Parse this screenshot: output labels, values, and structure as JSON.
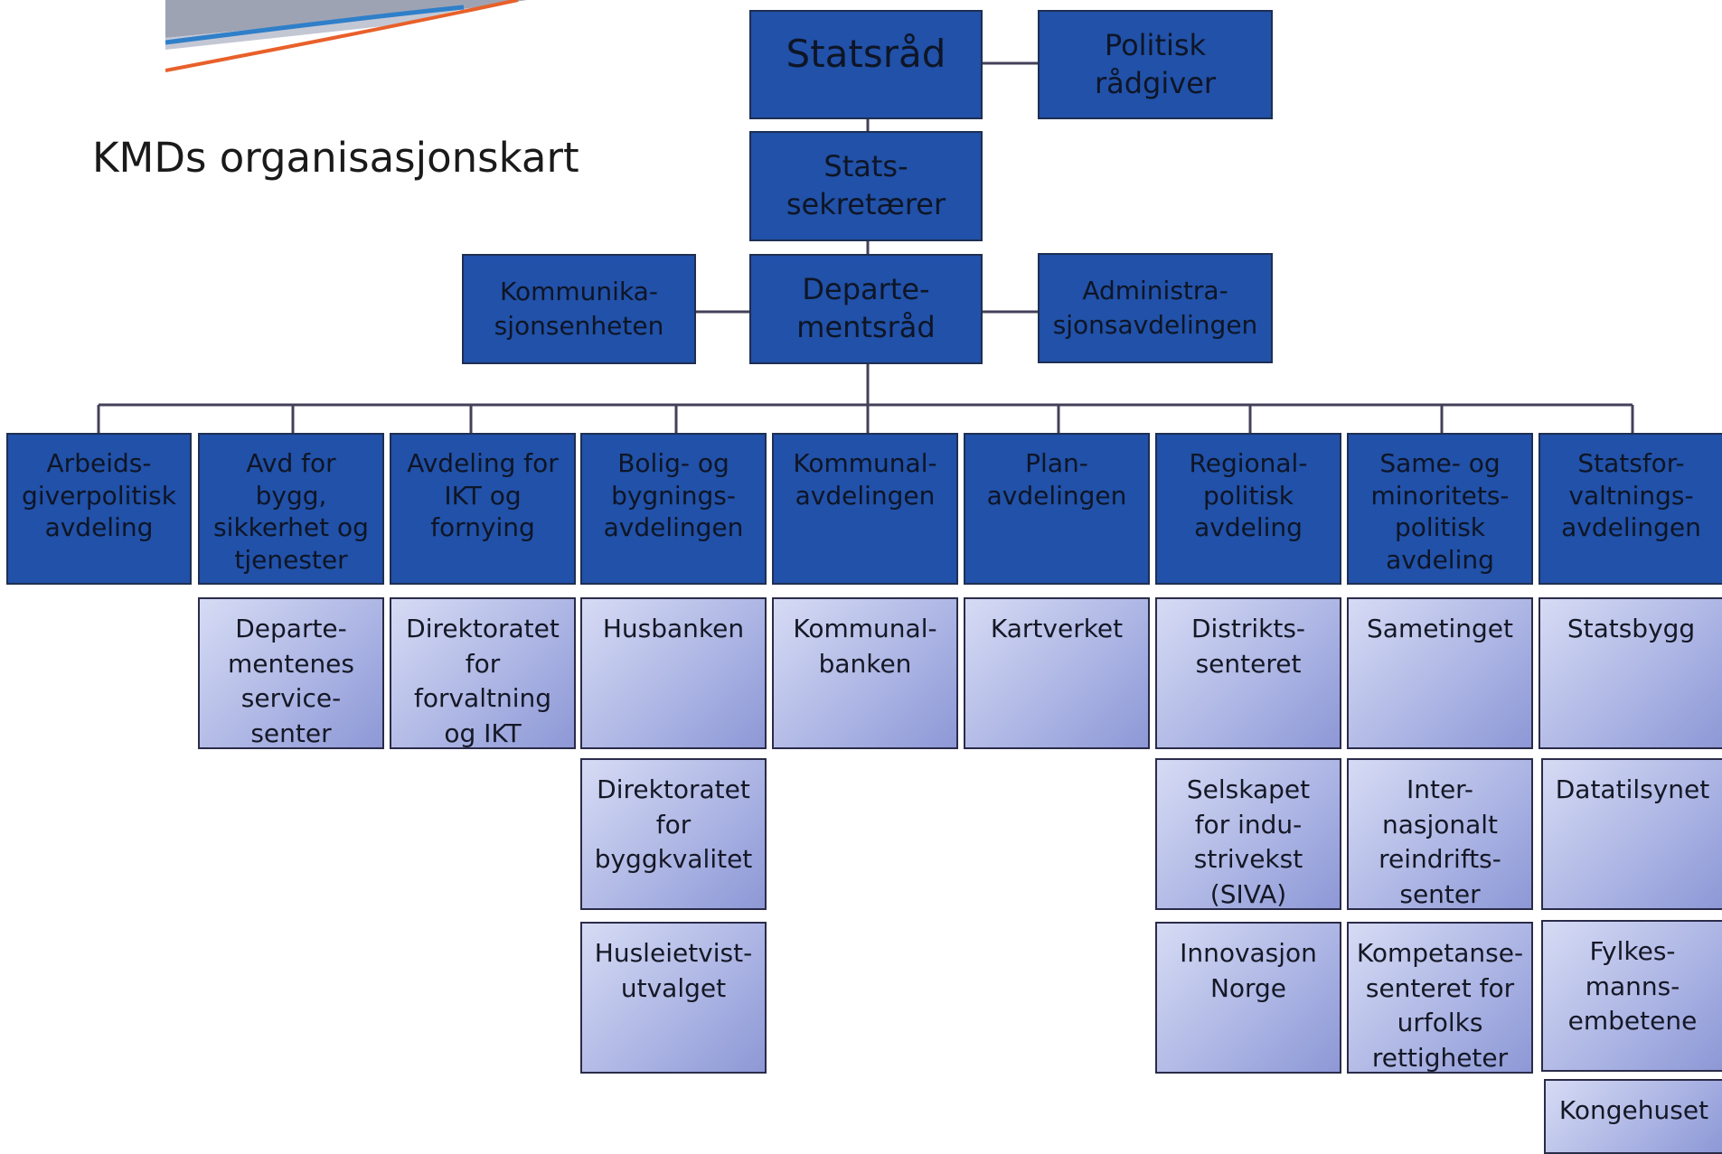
{
  "title": "KMDs organisasjonskart",
  "leadership": {
    "statsrad": "Statsråd",
    "politisk_radgiver": "Politisk\nrådgiver",
    "statssekretaerer": "Stats-\nsekretærer",
    "departementsrad": "Departe-\nmentsråd",
    "kommunikasjonsenheten": "Kommunika-\nsjonsenheten",
    "administrasjonsavdelingen": "Administra-\nsjonsavdelingen"
  },
  "departments": [
    "Arbeids-\ngiverpolitisk\navdeling",
    "Avd for\nbygg,\nsikkerhet og\ntjenester",
    "Avdeling for\nIKT og\nfornying",
    "Bolig- og\nbygnings-\navdelingen",
    "Kommunal-\navdelingen",
    "Plan-\navdelingen",
    "Regional-\npolitisk\navdeling",
    "Same- og\nminoritets-\npolitisk\navdeling",
    "Statsfor-\nvaltnings-\navdelingen"
  ],
  "agencies": [
    [],
    [
      "Departe-\nmentenes\nservice-\nsenter"
    ],
    [
      "Direktoratet\nfor\nforvaltning\nog IKT"
    ],
    [
      "Husbanken",
      "Direktoratet\nfor\nbyggkvalitet",
      "Husleietvist-\nutvalget"
    ],
    [
      "Kommunal-\nbanken"
    ],
    [
      "Kartverket"
    ],
    [
      "Distrikts-\nsenteret",
      "Selskapet\nfor indu-\nstrivekst\n(SIVA)",
      "Innovasjon\nNorge"
    ],
    [
      "Sametinget",
      "Inter-\nnasjonalt\nreindrifts-\nsenter",
      "Kompetanse-\nsenteret for\nurfolks\nrettigheter"
    ],
    [
      "Statsbygg",
      "Datatilsynet",
      "Fylkes-\nmanns-\nembetene",
      "Kongehuset"
    ]
  ],
  "colors": {
    "dark_box": "#2151a8",
    "light_box_start": "#d6dbf4",
    "light_box_end": "#8d98d6",
    "connector": "#44405a"
  }
}
